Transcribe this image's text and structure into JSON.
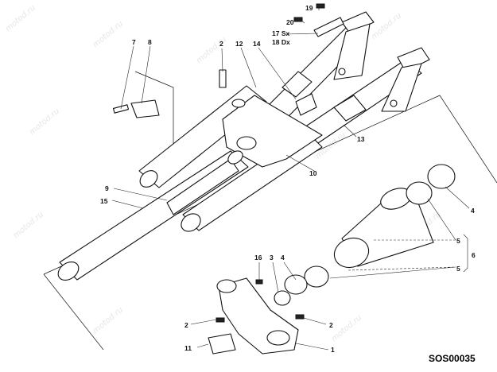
{
  "watermark": "motod.ru",
  "drawing_code": "SOS00035",
  "labels": {
    "l19": "19",
    "l20": "20",
    "l17": "17 Sx",
    "l18": "18 Dx",
    "l7": "7",
    "l8": "8",
    "l2a": "2",
    "l12": "12",
    "l14": "14",
    "l13": "13",
    "l10": "10",
    "l9": "9",
    "l15": "15",
    "l4a": "4",
    "l5a": "5",
    "l6": "6",
    "l5b": "5",
    "l16": "16",
    "l3": "3",
    "l4b": "4",
    "l2b": "2",
    "l2c": "2",
    "l11": "11",
    "l1": "1"
  }
}
